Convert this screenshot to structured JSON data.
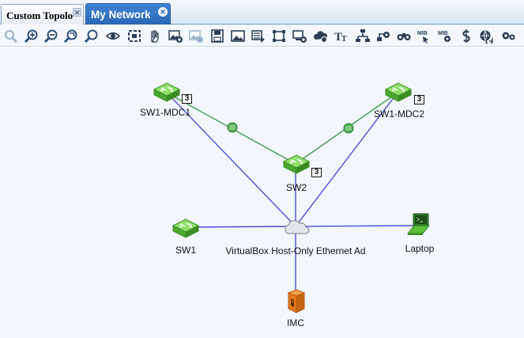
{
  "tabs": [
    {
      "label": "Custom Topolo",
      "close": "✕",
      "active": false
    },
    {
      "label": "My Network",
      "close": "✕",
      "active": true
    }
  ],
  "toolbar": {
    "buttons": [
      "zoom-fit-icon",
      "zoom-in-icon",
      "zoom-out-icon",
      "zoom-reset-icon",
      "search-icon",
      "eye-icon",
      "select-frame-icon",
      "hand-pan-icon",
      "add-image-icon",
      "remove-image-icon",
      "save-icon",
      "background-image-icon",
      "device-list-icon",
      "node-layout-icon",
      "add-device-icon",
      "cloud-icon",
      "text-font-icon",
      "add-link-icon",
      "link-settings-icon",
      "binoculars-icon",
      "mib-browser-icon",
      "mib-settings-icon",
      "dollar-icon",
      "refresh-globe-icon",
      "settings-gears-icon"
    ]
  },
  "nodes": {
    "sw1_mdc1": {
      "label": "SW1-MDC1",
      "badge": "3"
    },
    "sw1_mdc2": {
      "label": "SW1-MDC2",
      "badge": "3"
    },
    "sw2": {
      "label": "SW2",
      "badge": "3"
    },
    "sw1": {
      "label": "SW1"
    },
    "cloud": {
      "label": "VirtualBox Host-Only Ethernet Ad"
    },
    "laptop": {
      "label": "Laptop"
    },
    "imc": {
      "label": "IMC"
    }
  },
  "colors": {
    "switch_green": "#5cbf3a",
    "link_blue": "#4a4fd8",
    "link_green": "#3f9a4a",
    "tab_active": "#2f72c4"
  }
}
